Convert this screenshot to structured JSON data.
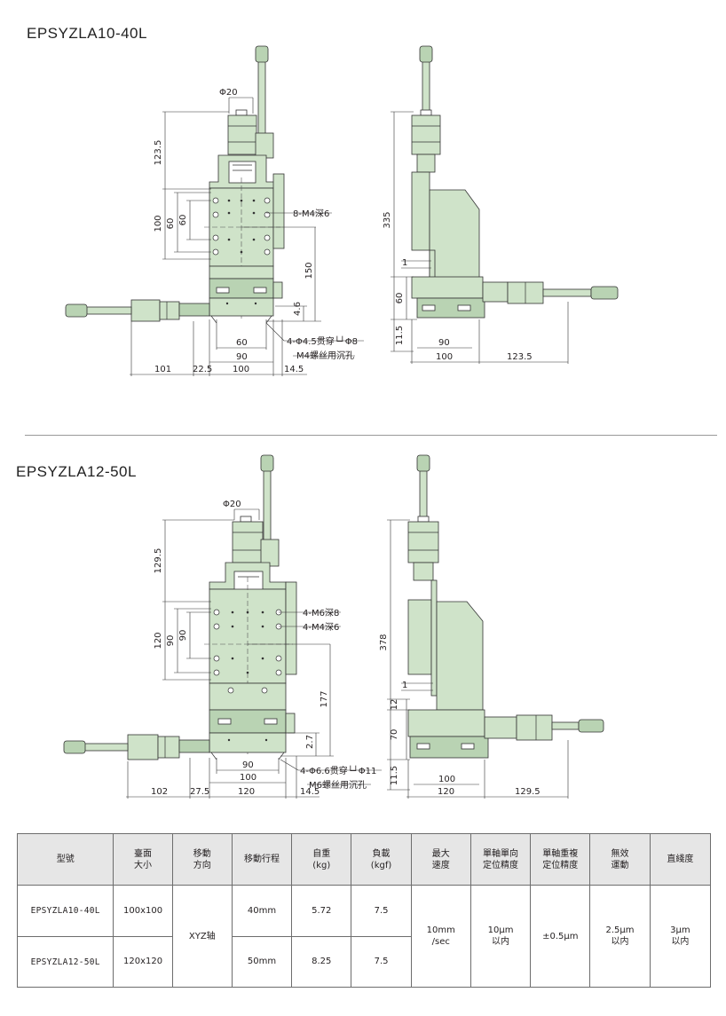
{
  "section1": {
    "title": "EPSYZLA10-40L",
    "front_view": {
      "dims": {
        "motor_dia": "Φ20",
        "motor_h": "123.5",
        "h100": "100",
        "h60": "60",
        "tap": "8-M4深6",
        "h150": "150",
        "h46": "4.6",
        "w60": "60",
        "w90": "90",
        "hole_spec": "4-Φ4.5贯穿└┘Φ8",
        "hole_note": "M4螺丝用沉孔",
        "w101": "101",
        "w225": "22.5",
        "w100": "100",
        "w145": "14.5"
      }
    },
    "side_view": {
      "dims": {
        "h335": "335",
        "h1": "1",
        "h60": "60",
        "h115": "11.5",
        "w90": "90",
        "w100": "100",
        "w1235": "123.5"
      }
    }
  },
  "section2": {
    "title": "EPSYZLA12-50L",
    "front_view": {
      "dims": {
        "motor_dia": "Φ20",
        "motor_h": "129.5",
        "h120": "120",
        "h90": "90",
        "tap1": "4-M6深8",
        "tap2": "4-M4深6",
        "h177": "177",
        "h27": "2.7",
        "w90": "90",
        "w100": "100",
        "w120": "120",
        "hole_spec": "4-Φ6.6贯穿└┘Φ11",
        "hole_note": "M6螺丝用沉孔",
        "w102": "102",
        "w275": "27.5",
        "w145": "14.5"
      }
    },
    "side_view": {
      "dims": {
        "h378": "378",
        "h1": "1",
        "h12": "12",
        "h70": "70",
        "h115": "11.5",
        "w100": "100",
        "w120": "120",
        "w1295": "129.5"
      }
    }
  },
  "table": {
    "headers": [
      "型號",
      "臺面\n大小",
      "移動\n方向",
      "移動行程",
      "自重\n(kg)",
      "負載\n(kgf)",
      "最大\n速度",
      "單軸單向\n定位精度",
      "單軸重複\n定位精度",
      "無效\n運動",
      "直綫度"
    ],
    "rows": [
      {
        "model": "EPSYZLA10-40L",
        "table_size": "100x100",
        "stroke": "40mm",
        "weight": "5.72",
        "load": "7.5"
      },
      {
        "model": "EPSYZLA12-50L",
        "table_size": "120x120",
        "stroke": "50mm",
        "weight": "8.25",
        "load": "7.5"
      }
    ],
    "shared": {
      "direction": "XYZ轴",
      "max_speed": "10mm\n/sec",
      "uni_accuracy": "10μm\n以内",
      "repeat_accuracy": "±0.5μm",
      "lost_motion": "2.5μm\n以内",
      "straightness": "3μm\n以内"
    }
  },
  "colors": {
    "body_green": "#cfe3c9",
    "dark_green": "#b9d3b3",
    "line": "#333333",
    "header_bg": "#e6e6e6"
  }
}
